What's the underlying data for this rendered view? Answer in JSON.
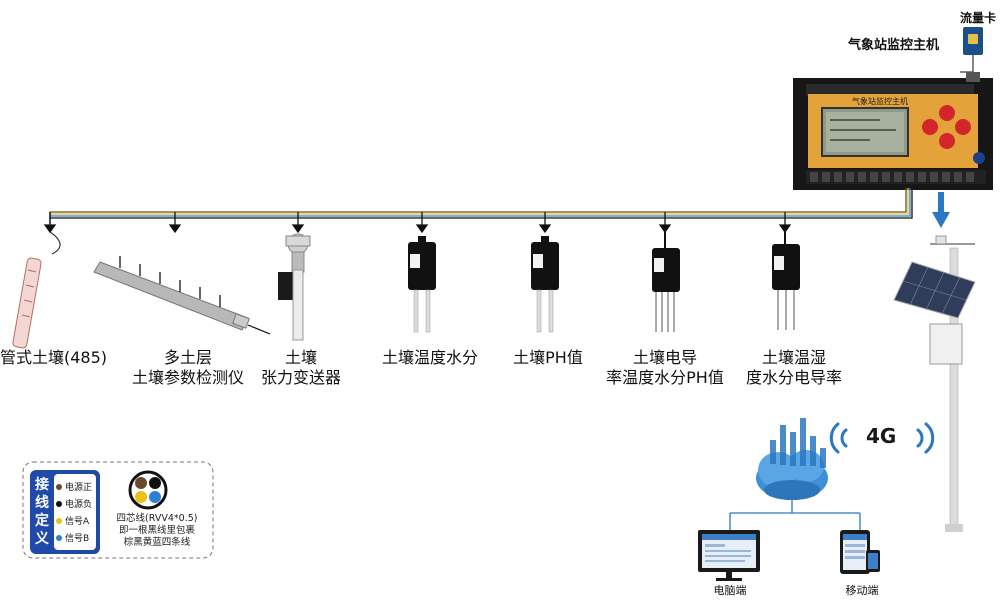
{
  "host": {
    "title": "气象站监控主机",
    "sim_label": "流量卡",
    "panel_title": "气象站监控主机"
  },
  "sensors": [
    {
      "line1": "",
      "line2": "管式土壤(485)"
    },
    {
      "line1": "多土层",
      "line2": "土壤参数检测仪"
    },
    {
      "line1": "土壤",
      "line2": "张力变送器"
    },
    {
      "line1": "",
      "line2": "土壤温度水分"
    },
    {
      "line1": "",
      "line2": "土壤PH值"
    },
    {
      "line1": "土壤电导",
      "line2": "率温度水分PH值"
    },
    {
      "line1": "土壤温湿",
      "line2": "度水分电导率"
    }
  ],
  "network": {
    "signal": "4G",
    "pc_label": "电脑端",
    "mobile_label": "移动端"
  },
  "legend": {
    "title": "接线定义",
    "items": [
      {
        "text": "电源正",
        "color": "#6b4a2b"
      },
      {
        "text": "电源负",
        "color": "#111111"
      },
      {
        "text": "信号A",
        "color": "#e8c21a"
      },
      {
        "text": "信号B",
        "color": "#2f7fd0"
      }
    ],
    "cable_line1": "四芯线(RVV4*0.5)",
    "cable_line2": "即一根黑线里包裹",
    "cable_line3": "棕黑黄蓝四条线"
  }
}
